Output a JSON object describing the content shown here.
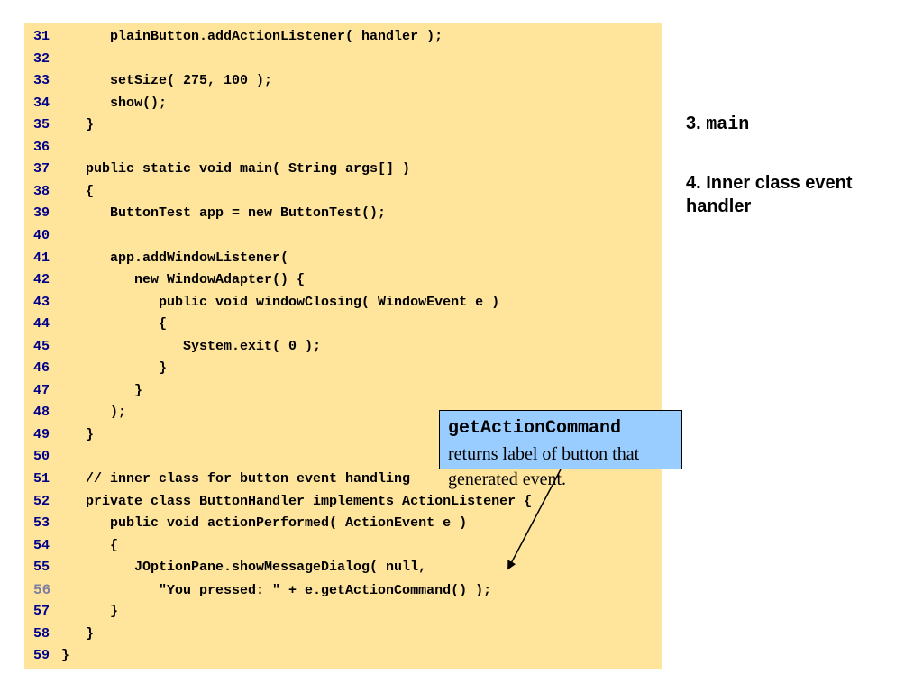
{
  "code": {
    "lines": [
      {
        "num": "31",
        "text": "      plainButton.addActionListener( handler );"
      },
      {
        "num": "32",
        "text": ""
      },
      {
        "num": "33",
        "text": "      setSize( 275, 100 );"
      },
      {
        "num": "34",
        "text": "      show();"
      },
      {
        "num": "35",
        "text": "   }"
      },
      {
        "num": "36",
        "text": ""
      },
      {
        "num": "37",
        "text": "   public static void main( String args[] )"
      },
      {
        "num": "38",
        "text": "   {"
      },
      {
        "num": "39",
        "text": "      ButtonTest app = new ButtonTest();"
      },
      {
        "num": "40",
        "text": ""
      },
      {
        "num": "41",
        "text": "      app.addWindowListener("
      },
      {
        "num": "42",
        "text": "         new WindowAdapter() {"
      },
      {
        "num": "43",
        "text": "            public void windowClosing( WindowEvent e )"
      },
      {
        "num": "44",
        "text": "            {"
      },
      {
        "num": "45",
        "text": "               System.exit( 0 );"
      },
      {
        "num": "46",
        "text": "            }"
      },
      {
        "num": "47",
        "text": "         }"
      },
      {
        "num": "48",
        "text": "      );"
      },
      {
        "num": "49",
        "text": "   }"
      },
      {
        "num": "50",
        "text": ""
      },
      {
        "num": "51",
        "text": "   // inner class for button event handling"
      },
      {
        "num": "52",
        "text": "   private class ButtonHandler implements ActionListener {"
      },
      {
        "num": "53",
        "text": "      public void actionPerformed( ActionEvent e )"
      },
      {
        "num": "54",
        "text": "      {"
      },
      {
        "num": "55",
        "text": "         JOptionPane.showMessageDialog( null,"
      },
      {
        "num": "56",
        "text": "            \"You pressed: \" + e.getActionCommand() );"
      },
      {
        "num": "57",
        "text": "      }"
      },
      {
        "num": "58",
        "text": "   }"
      },
      {
        "num": "59",
        "text": "}"
      }
    ],
    "current_line": "56"
  },
  "notes": {
    "main_prefix": "3. ",
    "main_mono": "main",
    "inner_handler": "4. Inner class event handler"
  },
  "callout": {
    "command": "getActionCommand",
    "text": " returns label of button that generated event."
  },
  "colors": {
    "code_background": "#FFE49C",
    "line_number": "#00008B",
    "callout_background": "#99CCFF"
  }
}
